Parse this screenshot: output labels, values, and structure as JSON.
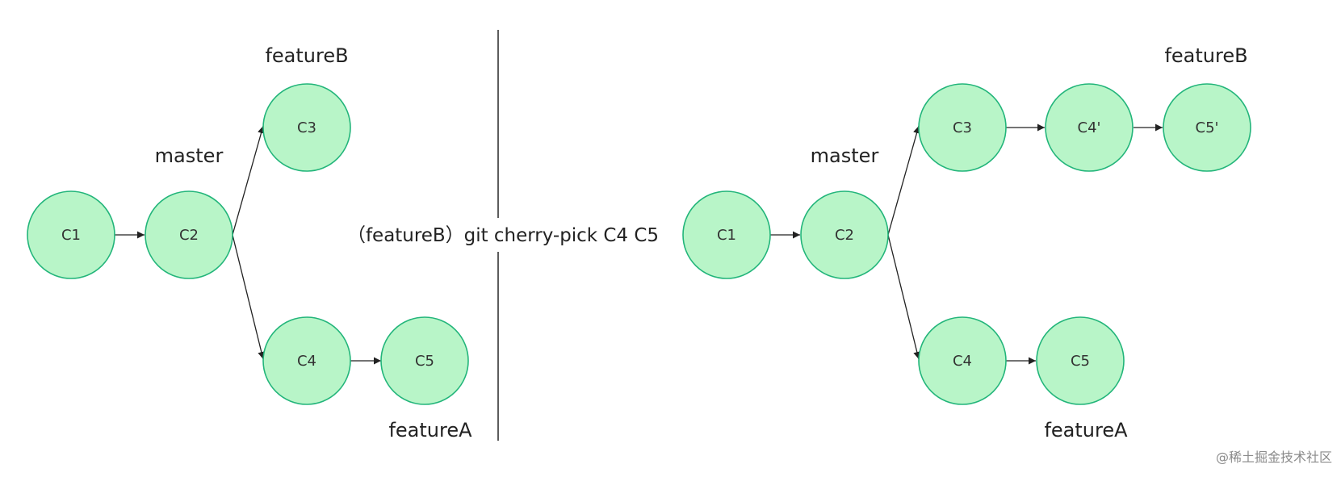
{
  "left_panel": {
    "nodes": {
      "c1": "C1",
      "c2": "C2",
      "c3": "C3",
      "c4": "C4",
      "c5": "C5"
    },
    "labels": {
      "master": "master",
      "featureB": "featureB",
      "featureA": "featureA"
    }
  },
  "command": "（featureB）git cherry-pick C4 C5",
  "right_panel": {
    "nodes": {
      "c1": "C1",
      "c2": "C2",
      "c3": "C3",
      "c4_prime": "C4'",
      "c5_prime": "C5'",
      "c4": "C4",
      "c5": "C5"
    },
    "labels": {
      "master": "master",
      "featureB": "featureB",
      "featureA": "featureA"
    }
  },
  "watermark": "@稀土掘金技术社区",
  "colors": {
    "node_fill": "#b8f5c8",
    "node_stroke": "#22b57a",
    "edge": "#222222",
    "text": "#222222"
  }
}
